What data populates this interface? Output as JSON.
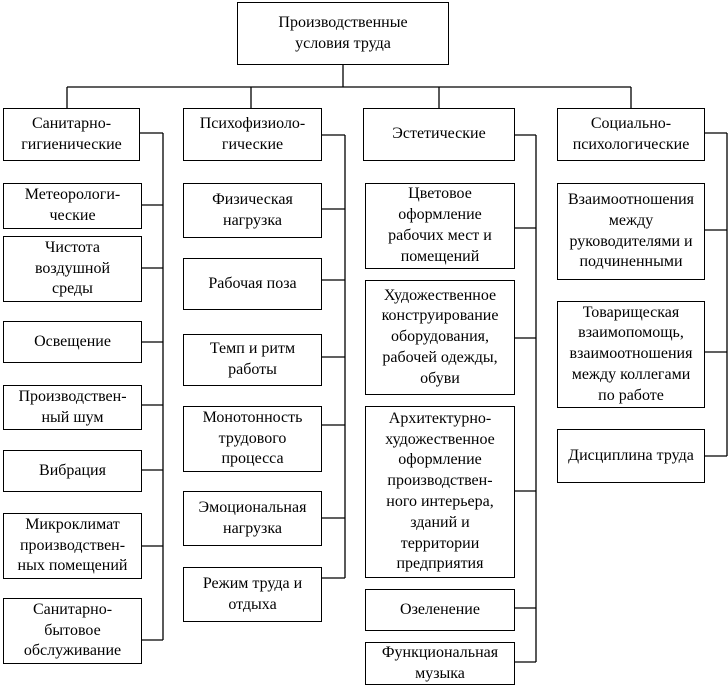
{
  "root": "Производственные\nусловия труда",
  "groups": [
    {
      "title": "Санитарно-\nгигиенические",
      "items": [
        "Метеорологи-\nческие",
        "Чистота\nвоздушной\nсреды",
        "Освещение",
        "Производствен-\nный шум",
        "Вибрация",
        "Микроклимат\nпроизводствен-\nных помещений",
        "Санитарно-\nбытовое\nобслуживание"
      ]
    },
    {
      "title": "Психофизиоло-\nгические",
      "items": [
        "Физическая\nнагрузка",
        "Рабочая поза",
        "Темп и ритм\nработы",
        "Монотонность\nтрудового\nпроцесса",
        "Эмоциональная\nнагрузка",
        "Режим труда и\nотдыха"
      ]
    },
    {
      "title": "Эстетические",
      "items": [
        "Цветовое\nоформление\nрабочих мест и\nпомещений",
        "Художественное\nконструирование\nоборудования,\nрабочей одежды,\nобуви",
        "Архитектурно-\nхудожественное\nоформление\nпроизводствен-\nного интерьера,\nзданий и\nтерритории\nпредприятия",
        "Озеленение",
        "Функциональная\nмузыка"
      ]
    },
    {
      "title": "Социально-\nпсихологические",
      "items": [
        "Взаимоотношения\nмежду\nруководителями и\nподчиненными",
        "Товарищеская\nвзаимопомощь,\nвзаимоотношения\nмежду коллегами\nпо работе",
        "Дисциплина труда"
      ]
    }
  ]
}
